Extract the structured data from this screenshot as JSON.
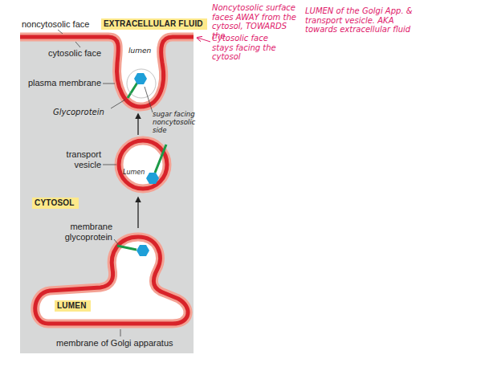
{
  "diagram": {
    "nodes": [
      {
        "text": [
          "EXTRACELLULAR FLUID"
        ]
      },
      {
        "text": [
          "CYTOSOL"
        ]
      },
      {
        "text": [
          "LUMEN"
        ]
      }
    ],
    "labels": [
      "noncytosolic face",
      "cytosolic face",
      "plasma membrane",
      "lumen",
      "Glycoprotein",
      "sugar facing noncytosolic side",
      "transport vesicle",
      "Lumen",
      "membrane glycoprotein",
      "membrane of Golgi apparatus",
      "Noncytosolic surface faces AWAY from the cytosol, TOWARDS the",
      "LUMEN of the Golgi App. & transport vesicle. AKA towards extracellular fluid",
      "Cytosolic face stays facing the cytosol"
    ]
  }
}
